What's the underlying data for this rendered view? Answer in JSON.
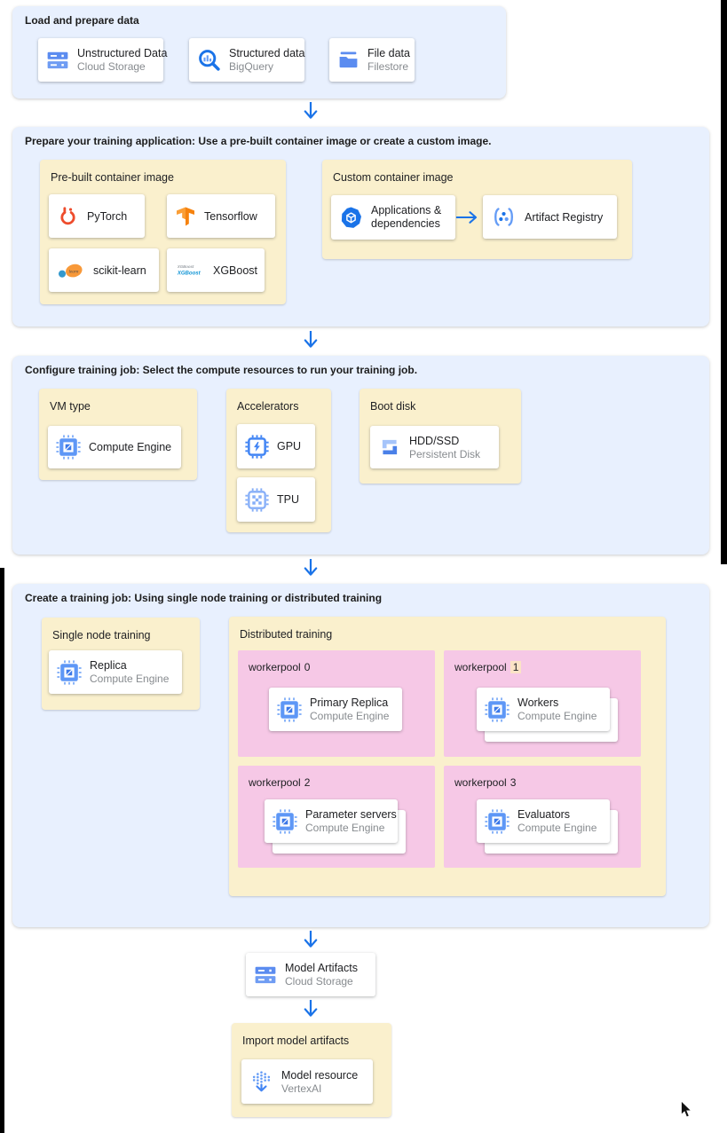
{
  "colors": {
    "panel_blue": "#e8f0fe",
    "card_yellow": "#faf0cd",
    "pool_pink": "#f6c8e6",
    "arrow_blue": "#1a73e8",
    "text_primary": "#202124",
    "text_secondary": "#878b8f",
    "number_highlight": "#fbe3c6"
  },
  "sections": {
    "load": {
      "title": "Load and prepare data",
      "cards": [
        {
          "label": "Unstructured Data",
          "sub": "Cloud Storage",
          "icon": "cloud-storage-icon"
        },
        {
          "label": "Structured data",
          "sub": "BigQuery",
          "icon": "bigquery-icon"
        },
        {
          "label": "File data",
          "sub": "Filestore",
          "icon": "filestore-icon"
        }
      ]
    },
    "prepare": {
      "title": "Prepare your training application: Use a pre-built container image or create a custom image.",
      "prebuilt": {
        "title": "Pre-built container image",
        "frameworks": [
          {
            "label": "PyTorch",
            "icon": "pytorch-icon"
          },
          {
            "label": "Tensorflow",
            "icon": "tensorflow-icon"
          },
          {
            "label": "scikit-learn",
            "icon": "scikit-learn-icon"
          },
          {
            "label": "XGBoost",
            "icon": "xgboost-icon"
          }
        ]
      },
      "custom": {
        "title": "Custom container image",
        "source": {
          "label": "Applications & dependencies",
          "icon": "applications-dependencies-icon"
        },
        "target": {
          "label": "Artifact Registry",
          "icon": "artifact-registry-icon"
        }
      }
    },
    "configure": {
      "title": "Configure training job: Select the compute resources to run your training job.",
      "vm_type": {
        "title": "VM type",
        "card": {
          "label": "Compute Engine",
          "icon": "compute-engine-icon"
        }
      },
      "accelerators": {
        "title": "Accelerators",
        "cards": [
          {
            "label": "GPU",
            "icon": "gpu-icon"
          },
          {
            "label": "TPU",
            "icon": "tpu-icon"
          }
        ]
      },
      "boot_disk": {
        "title": "Boot disk",
        "card": {
          "label": "HDD/SSD",
          "sub": "Persistent Disk",
          "icon": "persistent-disk-icon"
        }
      }
    },
    "create": {
      "title": "Create a training job: Using single node training or distributed training",
      "single_node": {
        "title": "Single node training",
        "card": {
          "label": "Replica",
          "sub": "Compute Engine",
          "icon": "compute-engine-icon"
        }
      },
      "distributed": {
        "title": "Distributed training",
        "workerpools": [
          {
            "label": "workerpool",
            "number": "0",
            "number_highlighted": false,
            "stacked": false,
            "card": {
              "label": "Primary Replica",
              "sub": "Compute Engine",
              "icon": "compute-engine-icon"
            }
          },
          {
            "label": "workerpool",
            "number": "1",
            "number_highlighted": true,
            "stacked": true,
            "card": {
              "label": "Workers",
              "sub": "Compute Engine",
              "icon": "compute-engine-icon"
            }
          },
          {
            "label": "workerpool",
            "number": "2",
            "number_highlighted": false,
            "stacked": true,
            "card": {
              "label": "Parameter servers",
              "sub": "Compute Engine",
              "icon": "compute-engine-icon"
            }
          },
          {
            "label": "workerpool",
            "number": "3",
            "number_highlighted": false,
            "stacked": true,
            "card": {
              "label": "Evaluators",
              "sub": "Compute Engine",
              "icon": "compute-engine-icon"
            }
          }
        ]
      }
    },
    "model_artifacts": {
      "label": "Model Artifacts",
      "sub": "Cloud Storage",
      "icon": "cloud-storage-icon"
    },
    "import_model": {
      "title": "Import model artifacts",
      "card": {
        "label": "Model resource",
        "sub": "VertexAI",
        "icon": "vertex-ai-icon"
      }
    }
  }
}
